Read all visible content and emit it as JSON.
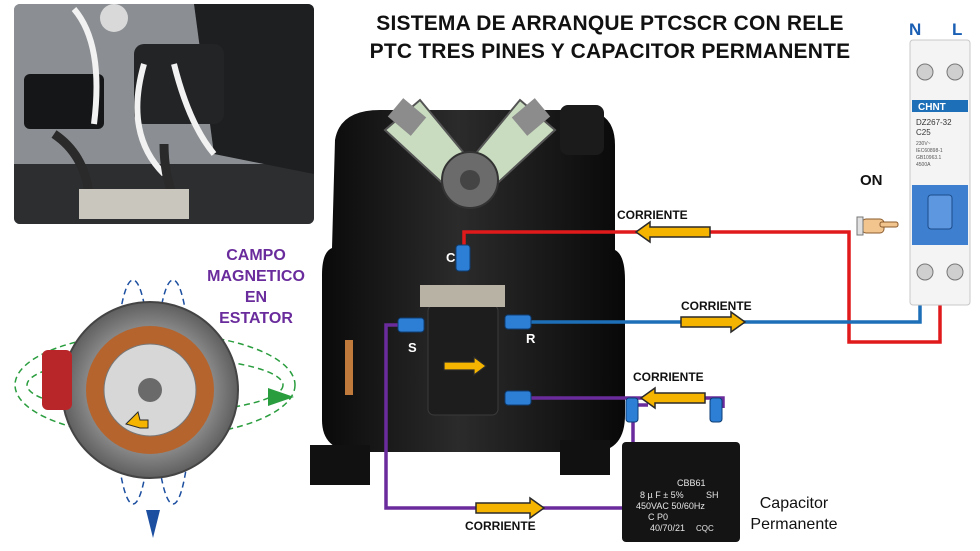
{
  "title_line1": "SISTEMA DE ARRANQUE PTCSCR CON RELE",
  "title_line2": "PTC TRES PINES Y CAPACITOR PERMANENTE",
  "labels": {
    "corriente": "CORRIENTE",
    "campo_line1": "CAMPO",
    "campo_line2": "MAGNETICO",
    "campo_line3": "EN",
    "campo_line4": "ESTATOR",
    "terminal_c": "C",
    "terminal_s": "S",
    "terminal_r": "R",
    "on": "ON",
    "neutral": "N",
    "line": "L",
    "capacitor_line1": "Capacitor",
    "capacitor_line2": "Permanente"
  },
  "breaker": {
    "brand": "CHNT",
    "model": "DZ267-32",
    "rating": "C25",
    "spec_lines": [
      "230V~",
      "IEC60898-1",
      "GB10963.1",
      "4500A"
    ]
  },
  "capacitor": {
    "code": "CBB61",
    "capacitance": "8 µ F ± 5%",
    "sh": "SH",
    "voltage": "450VAC 50/60Hz",
    "class": "C P0",
    "rating": "40/70/21",
    "mark": "CQC"
  },
  "colors": {
    "wire_red": "#e0191b",
    "wire_blue": "#1d6fb8",
    "wire_purple": "#6a2c9c",
    "arrow_fill": "#f5b400",
    "arrow_stroke": "#2a2a2a",
    "title": "#111111",
    "nl_blue": "#1a5fb4"
  }
}
